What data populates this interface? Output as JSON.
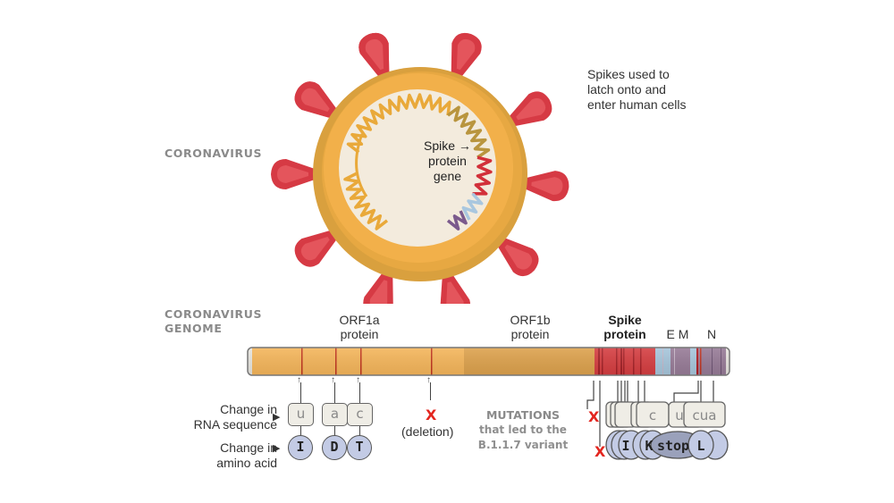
{
  "virus": {
    "section_label": "CORONAVIRUS",
    "spike_caption": [
      "Spikes used to",
      "latch onto and",
      "enter human cells"
    ],
    "gene_label": [
      "Spike",
      "protein",
      "gene"
    ],
    "colors": {
      "spike": "#d63a44",
      "shell_outer": "#d9a03e",
      "shell_inner": "#f2b04a",
      "core": "#f3ebdd",
      "rna_orange": "#e9a93a",
      "rna_red": "#d2303a",
      "rna_blue": "#a9c7df",
      "rna_purple": "#7b5a8c"
    }
  },
  "genome": {
    "section_label": [
      "CORONAVIRUS",
      "GENOME"
    ],
    "regions": [
      {
        "name": "ORF1a",
        "sub": "protein",
        "bold": false
      },
      {
        "name": "ORF1b",
        "sub": "protein",
        "bold": false
      },
      {
        "name": "Spike",
        "sub": "protein",
        "bold": true
      },
      {
        "name": "E M",
        "sub": "",
        "bold": false
      },
      {
        "name": "N",
        "sub": "",
        "bold": false
      }
    ],
    "colors": {
      "orf1a": "#f6b65a",
      "orf1b": "#dea24c",
      "spike": "#d63d40",
      "em_blue": "#a7c6dc",
      "purple": "#977b97",
      "mutation_line": "#c0311c"
    }
  },
  "legend": {
    "rna_change": [
      "Change in",
      "RNA sequence"
    ],
    "aa_change": [
      "Change in",
      "amino acid"
    ],
    "pointer": "▶"
  },
  "mutations": {
    "orf1a": [
      {
        "rna": "u",
        "aa": "I"
      },
      {
        "rna": "a",
        "aa": "D"
      },
      {
        "rna": "c",
        "aa": "T"
      }
    ],
    "deletion": {
      "mark": "X",
      "label": "(deletion)"
    },
    "spike_cluster": {
      "rna_visible": [
        "c",
        "u",
        "cua"
      ],
      "aa_visible": [
        "I",
        "K",
        "stop",
        "L"
      ],
      "deletion_marks": [
        "X",
        "X"
      ]
    },
    "title": [
      "MUTATIONS"
    ],
    "subtitle": [
      "that led to the",
      "B.1.1.7 variant"
    ]
  }
}
